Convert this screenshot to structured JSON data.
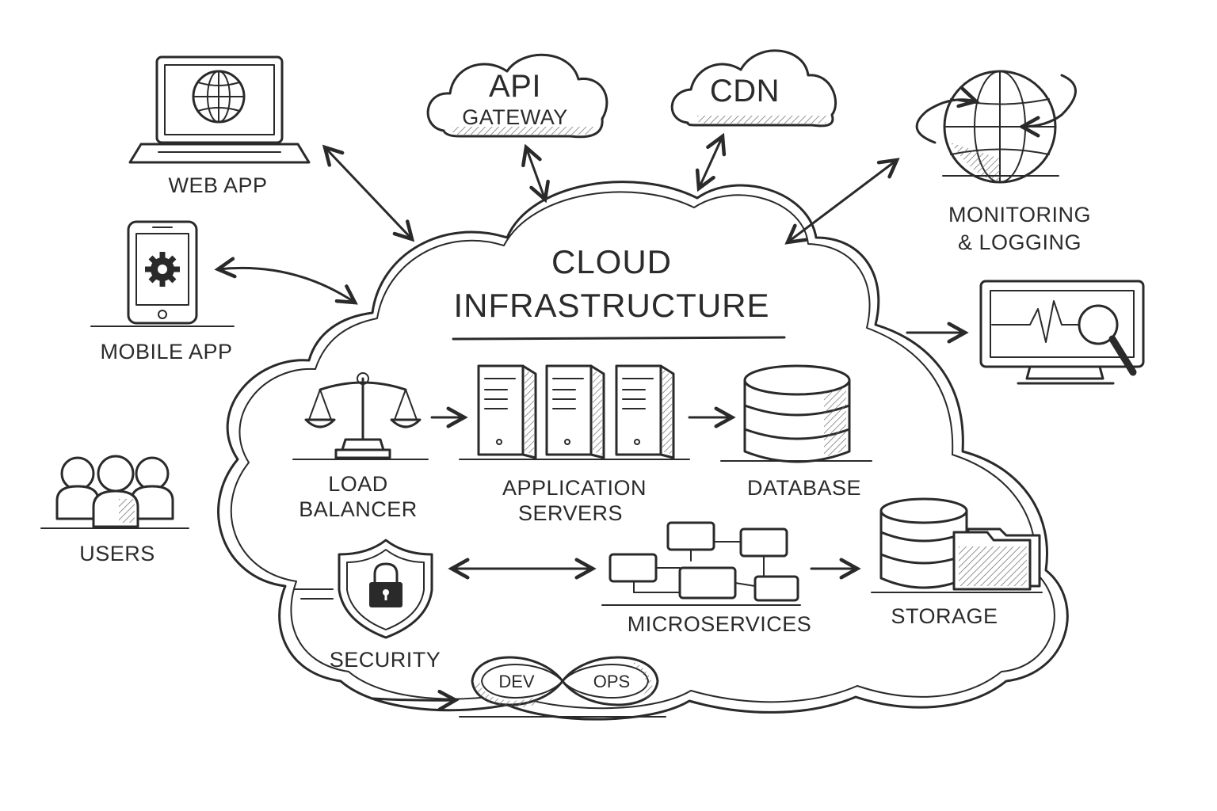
{
  "diagram": {
    "title_line1": "CLOUD",
    "title_line2": "INFRASTRUCTURE"
  },
  "external": {
    "web_app": "WEB APP",
    "mobile_app": "MOBILE APP",
    "users": "USERS",
    "api_gateway_line1": "API",
    "api_gateway_line2": "GATEWAY",
    "cdn": "CDN",
    "monitoring_line1": "MONITORING",
    "monitoring_line2": "& LOGGING"
  },
  "inside": {
    "load_balancer_line1": "LOAD",
    "load_balancer_line2": "BALANCER",
    "app_servers_line1": "APPLICATION",
    "app_servers_line2": "SERVERS",
    "database": "DATABASE",
    "security": "SECURITY",
    "microservices": "MICROSERVICES",
    "storage": "STORAGE",
    "devops_left": "DEV",
    "devops_right": "OPS"
  },
  "icons": [
    "laptop-globe-icon",
    "phone-gear-icon",
    "users-icon",
    "api-cloud-icon",
    "cdn-cloud-icon",
    "globe-arrows-icon",
    "monitor-heartbeat-icon",
    "scales-icon",
    "server-rack-icon",
    "database-icon",
    "shield-lock-icon",
    "microservices-icon",
    "storage-folder-icon",
    "devops-infinity-icon"
  ]
}
